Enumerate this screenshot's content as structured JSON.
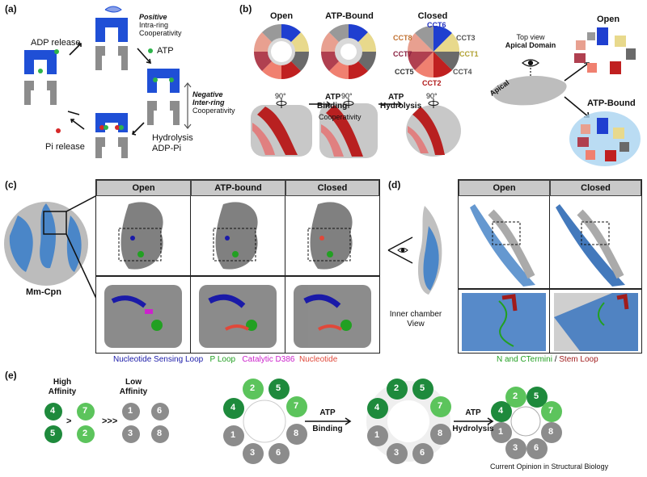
{
  "panel_a": {
    "label": "(a)",
    "positive": "Positive Intra-ring Cooperativity",
    "positive_l1": "Positive",
    "positive_l2": "Intra-ring",
    "positive_l3": "Cooperativity",
    "atp": "ATP",
    "adp_release": "ADP release",
    "negative_l1": "Negative",
    "negative_l2": "Inter-ring",
    "negative_l3": "Cooperativity",
    "hydrolysis": "Hydrolysis",
    "adp_pi": "ADP-Pi",
    "pi_release": "Pi release"
  },
  "panel_b": {
    "label": "(b)",
    "open": "Open",
    "atp_bound": "ATP-Bound",
    "closed": "Closed",
    "atp": "ATP",
    "binding": "Binding",
    "hydrolysis": "Hydrolysis",
    "deg": "90°",
    "cooperativity": "Cooperativity",
    "subunits": [
      "CCT6",
      "CCT8",
      "CCT3",
      "CCT7",
      "CCT1",
      "CCT5",
      "CCT4",
      "CCT2"
    ],
    "top_view": "Top view",
    "apical_domain": "Apical Domain",
    "apical": "Apical",
    "open_right": "Open",
    "atp_bound_right": "ATP-Bound"
  },
  "panel_c": {
    "label": "(c)",
    "mm_cpn": "Mm-Cpn",
    "headers": [
      "Open",
      "ATP-bound",
      "Closed"
    ],
    "legend": [
      "Nucleotide Sensing Loop",
      "P Loop",
      "Catalytic D386",
      "Nucleotide"
    ],
    "legend_colors": [
      "#1a1aa8",
      "#22a022",
      "#cc22cc",
      "#e0483a"
    ]
  },
  "panel_d": {
    "label": "(d)",
    "inner_l1": "Inner chamber",
    "inner_l2": "View",
    "headers": [
      "Open",
      "Closed"
    ],
    "legend_a": "N and CTermini",
    "legend_sep": "/",
    "legend_b": "Stem Loop",
    "legend_colors": [
      "#22a022",
      "#a01c1c"
    ]
  },
  "panel_e": {
    "label": "(e)",
    "high": "High",
    "affinity": "Affinity",
    "low": "Low",
    "gt": ">",
    "ggg": ">>>",
    "high_nums": [
      "4",
      "7",
      "5",
      "2"
    ],
    "low_nums": [
      "1",
      "6",
      "3",
      "8"
    ],
    "ring_nums": [
      "2",
      "5",
      "7",
      "8",
      "6",
      "3",
      "1",
      "4"
    ],
    "atp": "ATP",
    "binding": "Binding",
    "hydrolysis": "Hydrolysis"
  },
  "footer": "Current Opinion in Structural Biology",
  "colors": {
    "blue": "#1f4fd6",
    "gray": "#8c8c8c",
    "red": "#b41f24",
    "dkgreen": "#1e8a3c",
    "ltgreen": "#5cc45c",
    "cpn_blue": "#4a86c8"
  }
}
